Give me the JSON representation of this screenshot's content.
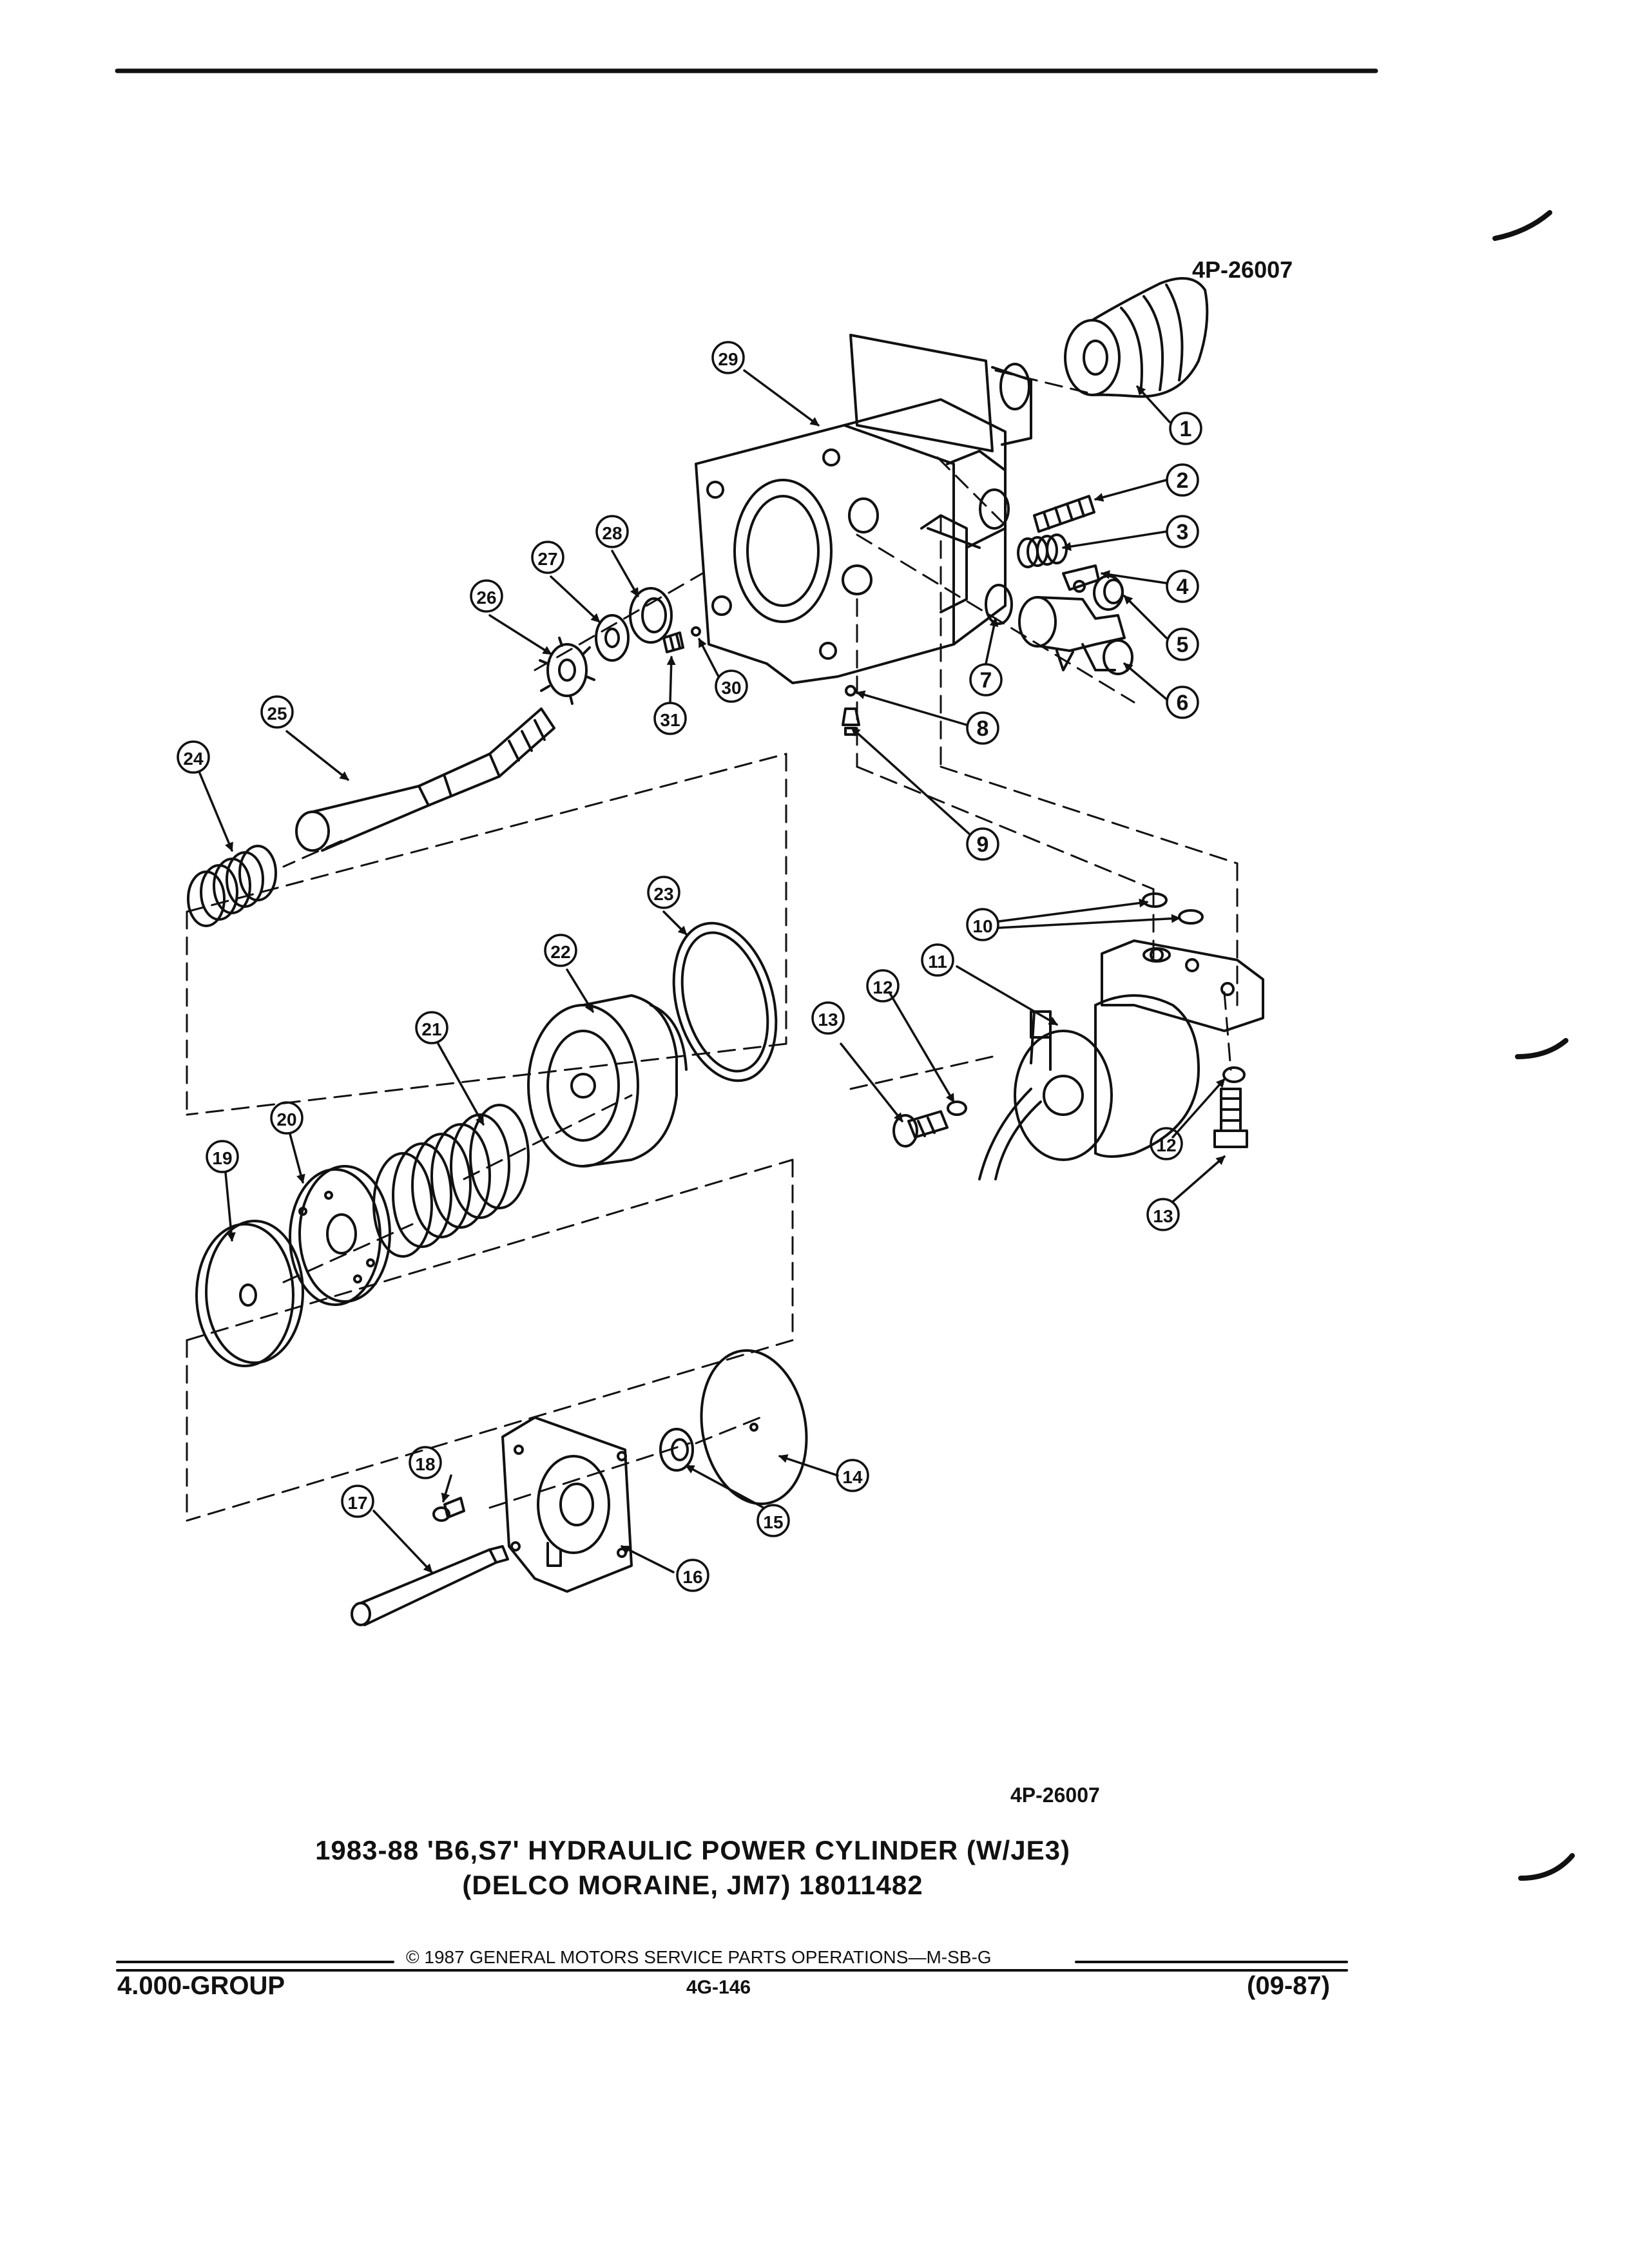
{
  "ref_code_top": "4P-26007",
  "ref_code_bottom": "4P-26007",
  "title_line1": "1983-88 'B6,S7' HYDRAULIC POWER CYLINDER (W/JE3)",
  "title_line2": "(DELCO MORAINE, JM7) 18011482",
  "footer": {
    "copyright": "© 1987 GENERAL MOTORS SERVICE PARTS OPERATIONS—M-SB-G",
    "group": "4.000-GROUP",
    "page": "4G-146",
    "date": "(09-87)"
  },
  "callouts": [
    "1",
    "2",
    "3",
    "4",
    "5",
    "6",
    "7",
    "8",
    "9",
    "10",
    "11",
    "12",
    "12",
    "13",
    "13",
    "14",
    "15",
    "16",
    "17",
    "18",
    "19",
    "20",
    "21",
    "22",
    "23",
    "24",
    "25",
    "26",
    "27",
    "28",
    "29",
    "30",
    "31"
  ]
}
